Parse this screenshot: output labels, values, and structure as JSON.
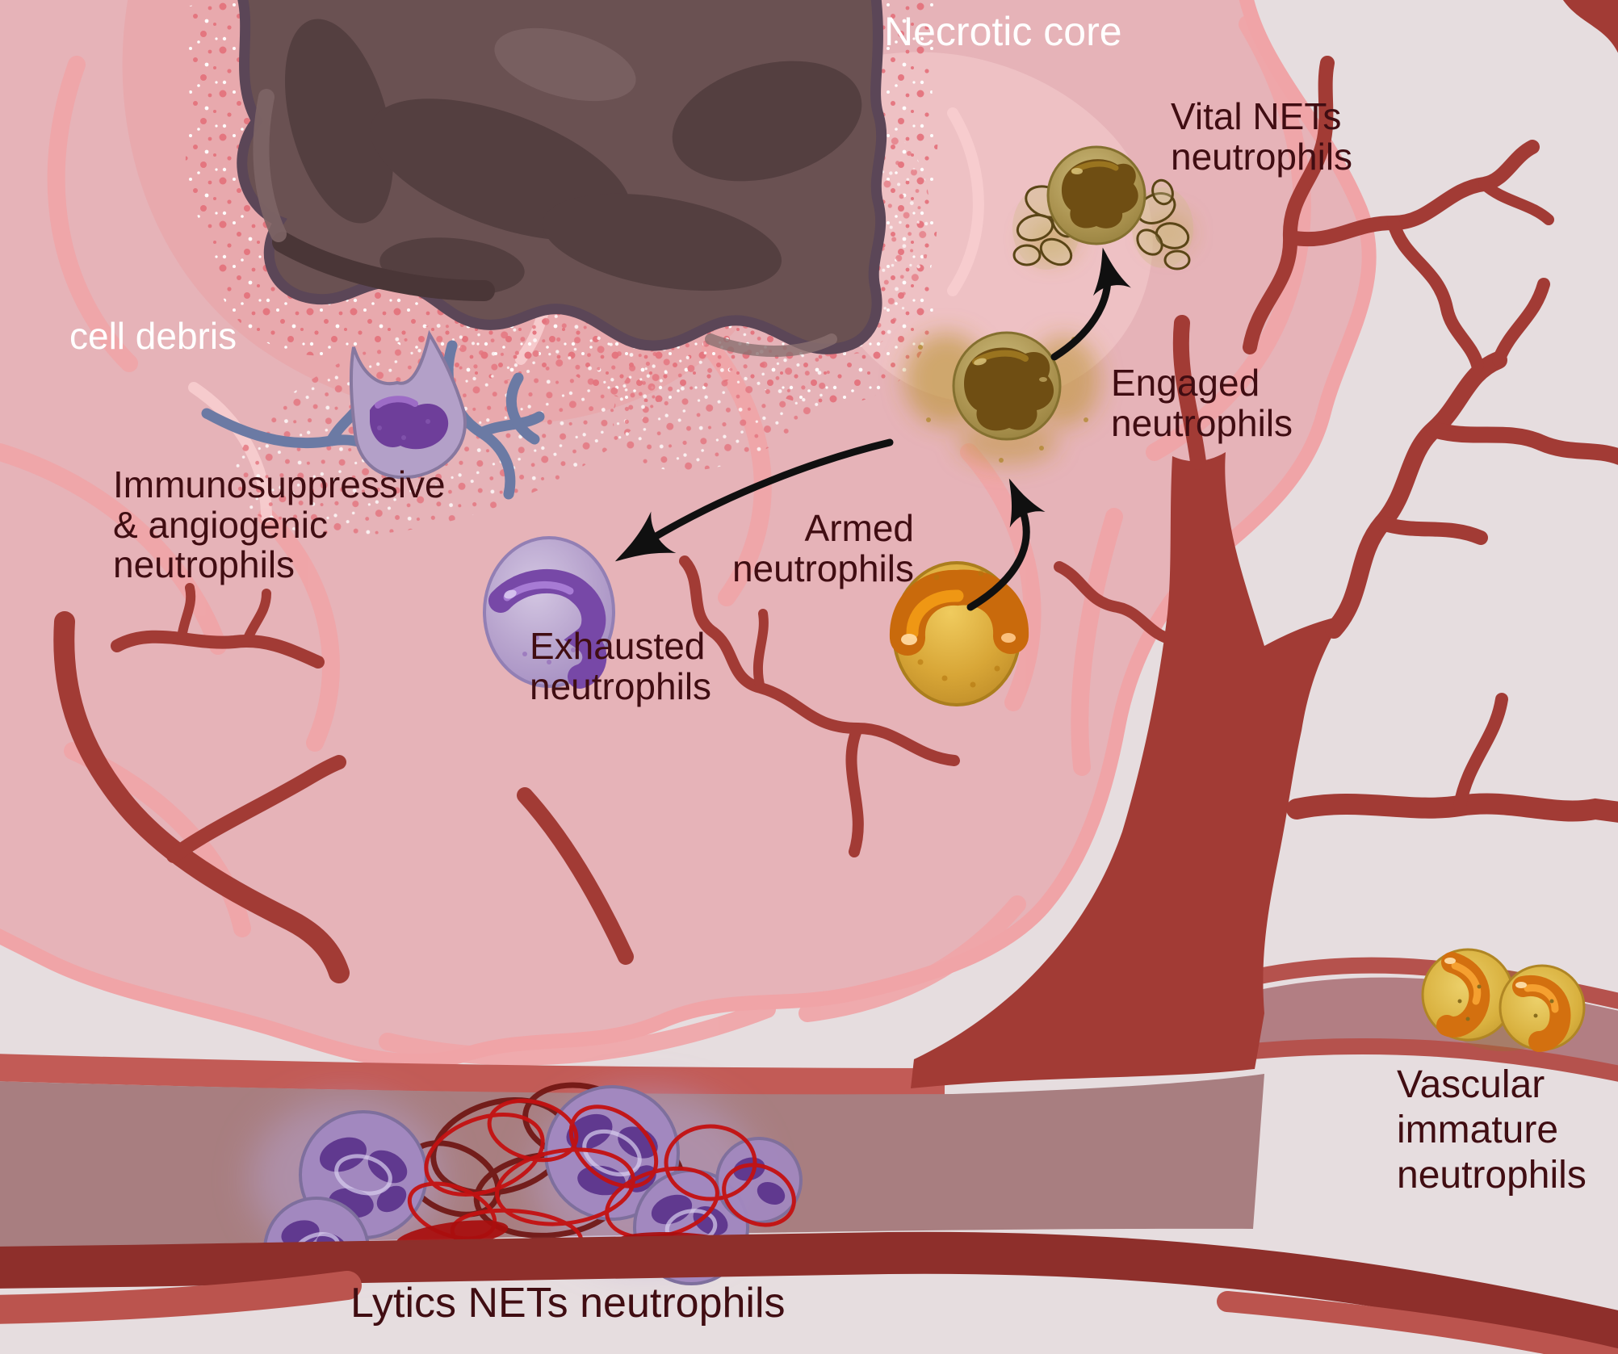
{
  "labels": {
    "necrotic_core": "Necrotic core",
    "cell_debris": "cell debris",
    "immunosuppressive": "Immunosuppressive\n& angiogenic\nneutrophils",
    "exhausted": "Exhausted\nneutrophils",
    "armed": "Armed\nneutrophils",
    "engaged": "Engaged\nneutrophils",
    "vital_nets": "Vital NETs\nneutrophils",
    "vascular_immature": "Vascular\nimmature\nneutrophils",
    "lytic_nets": "Lytics NETs neutrophils"
  },
  "colors": {
    "background": "#e6dddf",
    "tumor": "#e6b3b8",
    "tumor_rim": "#f0a4a7",
    "necrotic_core": "#6a5152",
    "necrotic_outline": "#5b4657",
    "vessel": "#a23b35",
    "vessel_wall_light": "#c25b56",
    "vessel_wall_dark": "#8e2f2b",
    "vessel_lumen": "#a87e80",
    "arrow": "#101010",
    "label_dark": "#400d12",
    "label_light": "#ffffff",
    "neutrophil_yellow": "#d9a93c",
    "neutrophil_orange_nucleus": "#cf6c0e",
    "neutrophil_olive": "#ab9350",
    "neutrophil_purple": "#b7a5cb",
    "nets_red": "#c41111",
    "sprout_blue": "#6b7aa4"
  }
}
